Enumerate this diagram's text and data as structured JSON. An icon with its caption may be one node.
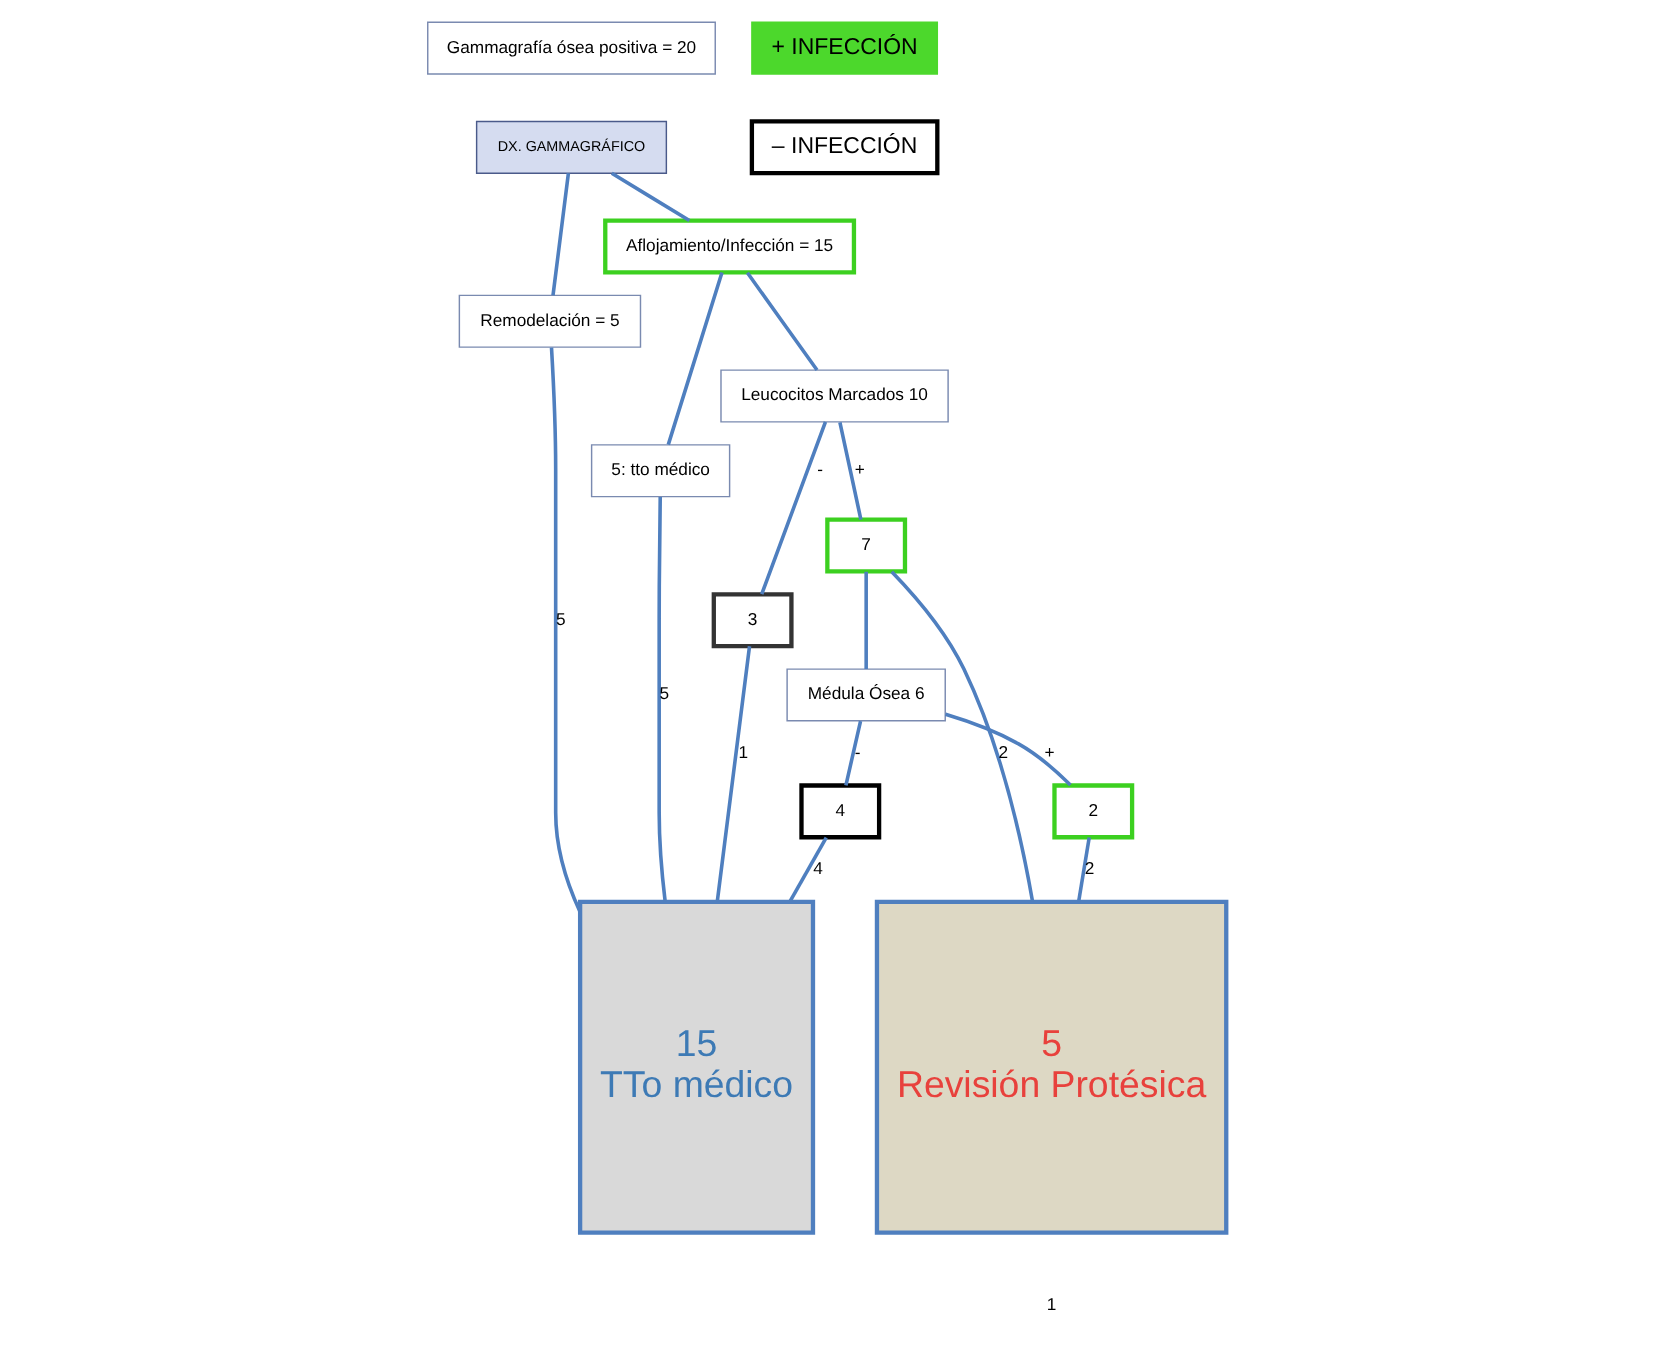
{
  "diagram": {
    "nodes": [
      {
        "text": [
          "Gammagrafía ósea positiva = 20"
        ]
      },
      {
        "text": [
          "DX. GAMMAGRÁFICO"
        ]
      },
      {
        "text": [
          "Aflojamiento/Infección = 15"
        ]
      },
      {
        "text": [
          "Remodelación = 5"
        ]
      },
      {
        "text": [
          "Leucocitos Marcados 10"
        ]
      },
      {
        "text": [
          "5: tto médico"
        ]
      },
      {
        "text": [
          "3"
        ]
      },
      {
        "text": [
          "7"
        ]
      },
      {
        "text": [
          "Médula Ósea 6"
        ]
      },
      {
        "text": [
          "4"
        ]
      },
      {
        "text": [
          "2"
        ]
      },
      {
        "text": [
          "5",
          "Revisión Protésica"
        ]
      },
      {
        "text": [
          "15",
          "TTo médico"
        ]
      }
    ],
    "edges": [
      {
        "from": 1,
        "to": 2,
        "arrow": "none"
      },
      {
        "from": 1,
        "to": 3,
        "arrow": "none"
      },
      {
        "from": 2,
        "to": 4,
        "arrow": "none"
      },
      {
        "from": 2,
        "to": 5,
        "arrow": "none"
      },
      {
        "from": 4,
        "to": 6,
        "arrow": "none",
        "label": "-"
      },
      {
        "from": 4,
        "to": 7,
        "arrow": "none",
        "label": "+"
      },
      {
        "from": 6,
        "to": 12,
        "arrow": "none",
        "label": "1"
      },
      {
        "from": 7,
        "to": 11,
        "arrow": "none",
        "label": "2"
      },
      {
        "from": 7,
        "to": 8,
        "arrow": "none"
      },
      {
        "from": 8,
        "to": 9,
        "arrow": "none",
        "label": "-"
      },
      {
        "from": 8,
        "to": 10,
        "arrow": "none",
        "label": "+"
      },
      {
        "from": 10,
        "to": 11,
        "arrow": "none",
        "label": "2"
      },
      {
        "from": 9,
        "to": 12,
        "arrow": "none",
        "label": "4"
      },
      {
        "from": 5,
        "to": 12,
        "arrow": "none",
        "label": "5"
      },
      {
        "from": 3,
        "to": 12,
        "arrow": "none",
        "label": "5"
      }
    ],
    "labels": [
      "1"
    ],
    "legend": [
      {
        "text": "+ INFECCIÓN",
        "color": "#4cd82c"
      },
      {
        "text": "– INFECCIÓN"
      }
    ]
  }
}
